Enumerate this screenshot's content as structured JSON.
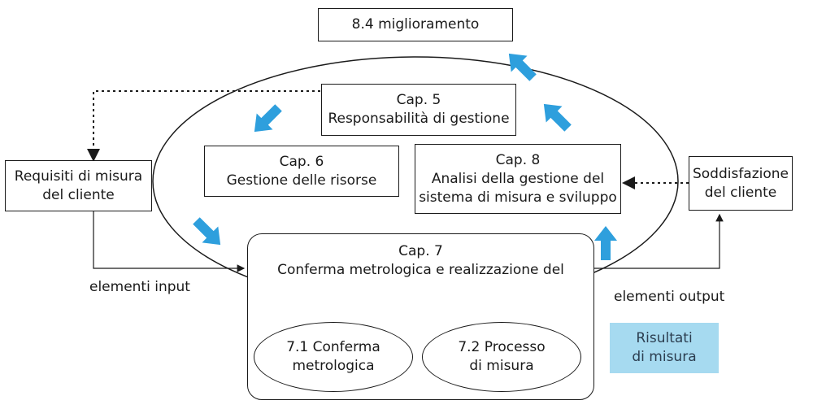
{
  "improvement": {
    "label": "8.4 miglioramento"
  },
  "cap5": {
    "line1": "Cap. 5",
    "line2": "Responsabilità di gestione"
  },
  "cap6": {
    "line1": "Cap. 6",
    "line2": "Gestione delle risorse"
  },
  "cap8": {
    "line1": "Cap. 8",
    "line2": "Analisi della gestione del",
    "line3": "sistema di misura e sviluppo"
  },
  "cap7": {
    "line1": "Cap. 7",
    "line2": "Conferma metrologica e realizzazione del",
    "sub1": {
      "line1": "7.1 Conferma",
      "line2": "metrologica"
    },
    "sub2": {
      "line1": "7.2 Processo",
      "line2": "di misura"
    }
  },
  "requirements": {
    "line1": "Requisiti di misura",
    "line2": "del cliente"
  },
  "satisfaction": {
    "line1": "Soddisfazione",
    "line2": "del cliente"
  },
  "input_label": "elementi input",
  "output_label": "elementi output",
  "results": {
    "line1": "Risultati",
    "line2": "di misura"
  },
  "colors": {
    "arrow": "#2e9fdd",
    "results_fill": "#a6daf0",
    "stroke": "#1a1a1a"
  }
}
